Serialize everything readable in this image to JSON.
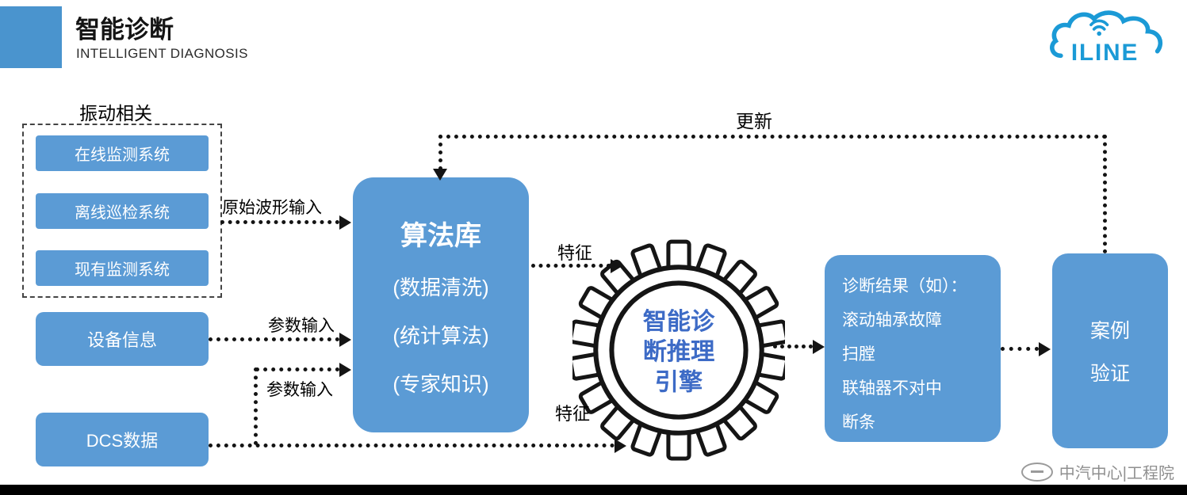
{
  "header": {
    "title": "智能诊断",
    "subtitle": "INTELLIGENT DIAGNOSIS",
    "logo": {
      "text": "ILINE",
      "color": "#1B9AD6"
    }
  },
  "colors": {
    "accent_square": "#4A94CE",
    "box_blue": "#5B9BD5",
    "arrow_black": "#141414",
    "gear_text_blue": "#3D6BC6"
  },
  "diagram": {
    "vibration_group": {
      "label": "振动相关",
      "items": [
        "在线监测系统",
        "离线巡检系统",
        "现有监测系统"
      ]
    },
    "device_info_label": "设备信息",
    "dcs_label": "DCS数据",
    "algorithm_box": {
      "title": "算法库",
      "lines": [
        "(数据清洗)",
        "(统计算法)",
        "(专家知识)"
      ]
    },
    "engine_gear": {
      "lines": [
        "智能诊",
        "断推理",
        "引擎"
      ]
    },
    "result_box": {
      "lines": [
        "诊断结果（如）：",
        "滚动轴承故障",
        "扫膛",
        "联轴器不对中",
        "断条"
      ]
    },
    "case_box": {
      "lines": [
        "案例",
        "验证"
      ]
    },
    "arrow_labels": {
      "raw_waveform_input": "原始波形输入",
      "param_input_device": "参数输入",
      "param_input_dcs": "参数输入",
      "feature_top": "特征",
      "feature_bottom": "特征",
      "update": "更新"
    }
  },
  "footer": {
    "watermark_text": "中汽中心|工程院"
  }
}
